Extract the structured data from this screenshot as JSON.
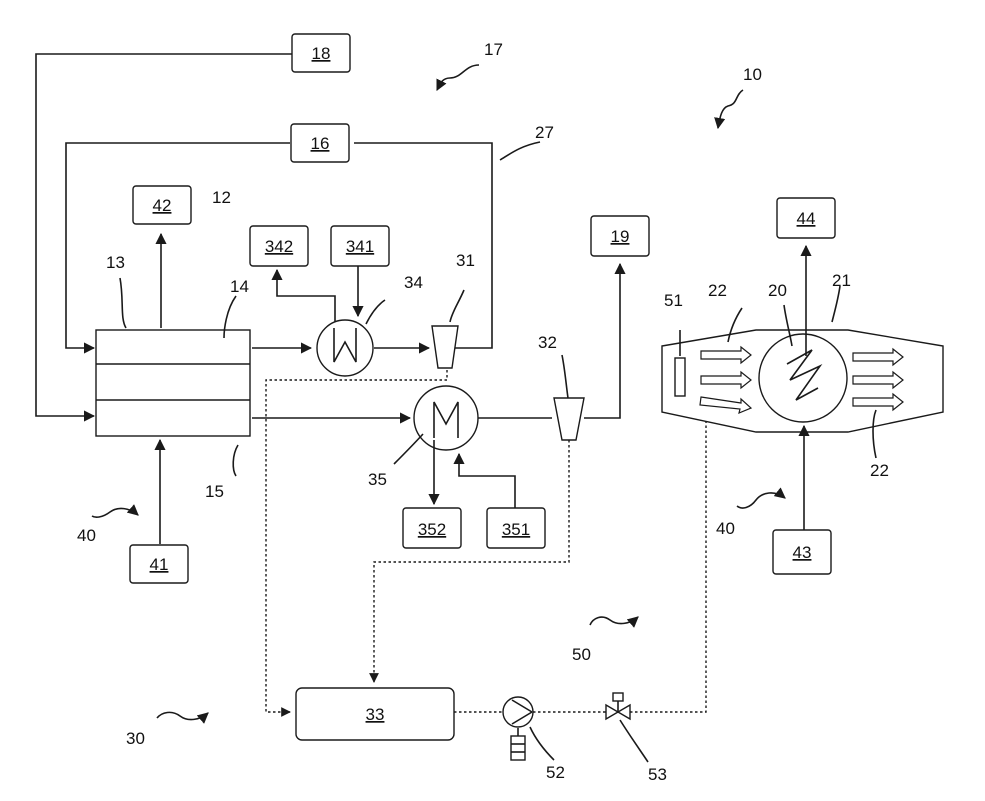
{
  "labels": {
    "l10": "10",
    "l12": "12",
    "l13": "13",
    "l14": "14",
    "l15": "15",
    "l17": "17",
    "l20": "20",
    "l21": "21",
    "l22a": "22",
    "l22b": "22",
    "l27": "27",
    "l30": "30",
    "l31": "31",
    "l32": "32",
    "l34": "34",
    "l35": "35",
    "l40a": "40",
    "l40b": "40",
    "l50": "50",
    "l51": "51",
    "l52": "52",
    "l53": "53"
  },
  "boxes": {
    "b16": "16",
    "b18": "18",
    "b19": "19",
    "b33": "33",
    "b41": "41",
    "b42": "42",
    "b43": "43",
    "b44": "44",
    "b341": "341",
    "b342": "342",
    "b351": "351",
    "b352": "352"
  }
}
